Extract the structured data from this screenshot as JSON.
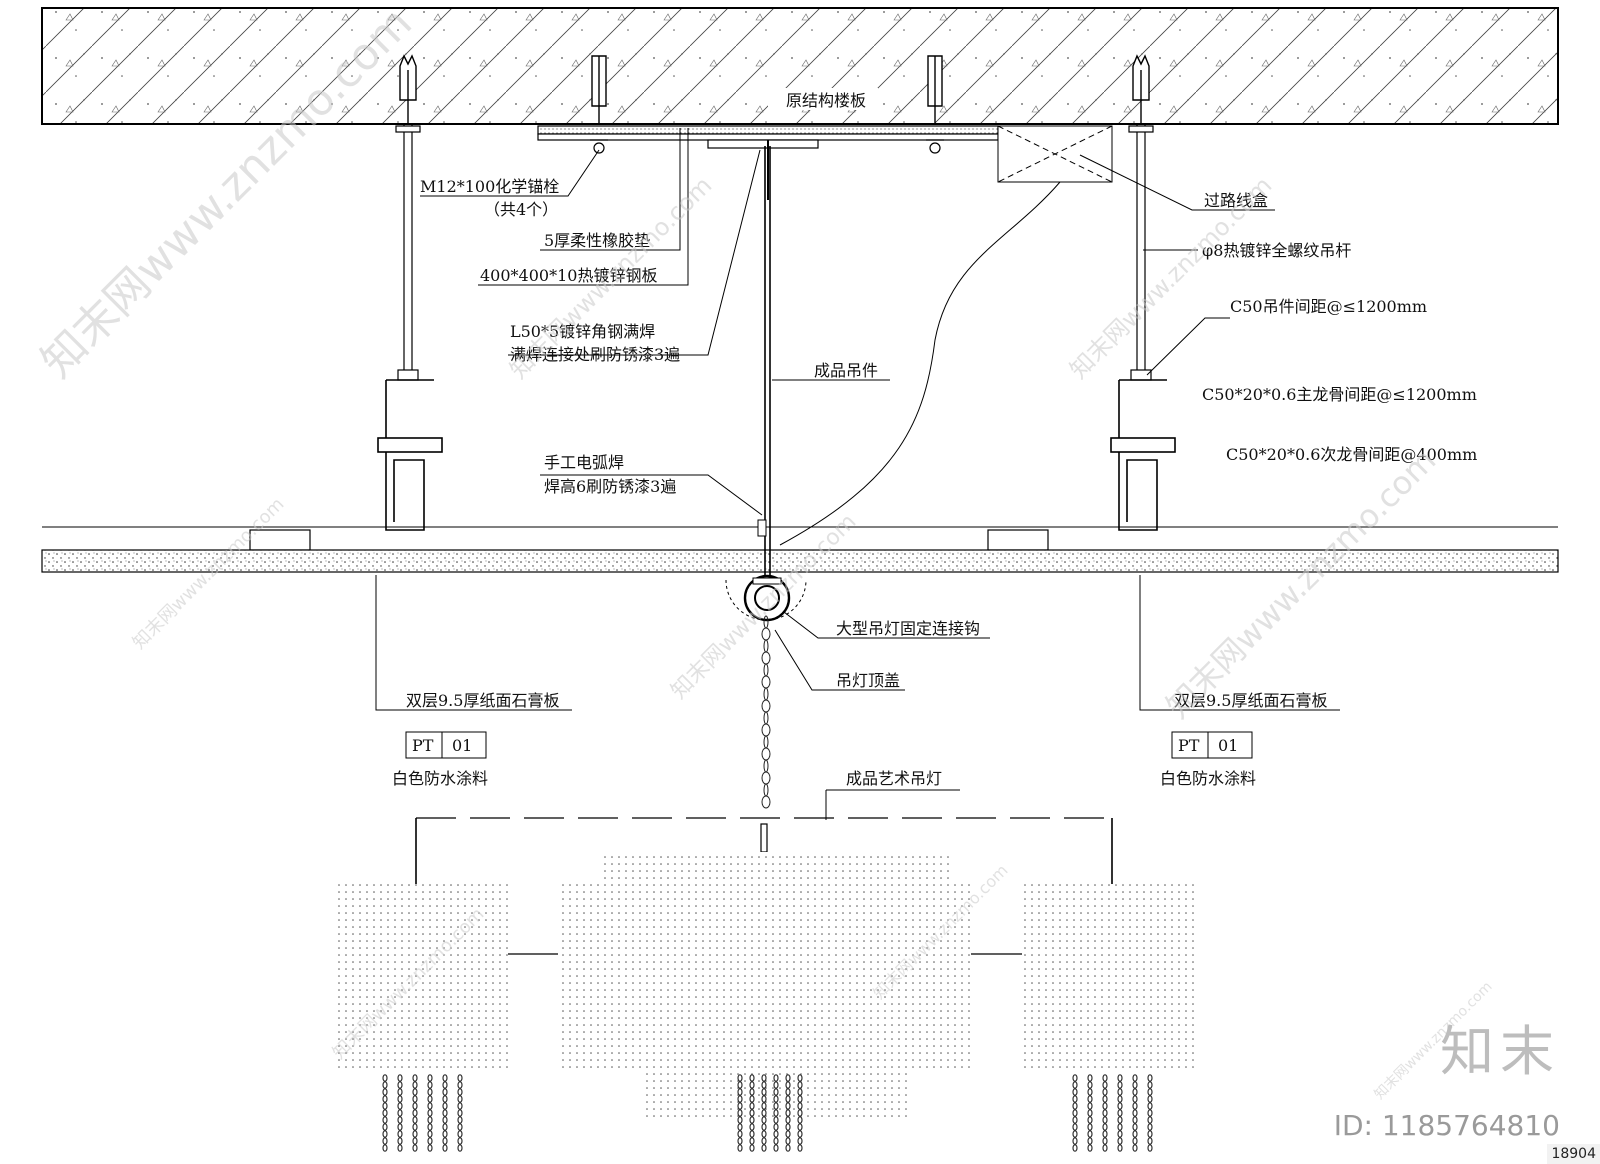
{
  "labels": {
    "slab": "原结构楼板",
    "anchor": "M12*100化学锚栓",
    "anchor_count": "（共4个）",
    "rubber": "5厚柔性橡胶垫",
    "plate": "400*400*10热镀锌钢板",
    "angle_1": "L50*5镀锌角钢满焊",
    "angle_2": "满焊连接处刷防锈漆3遍",
    "hanger": "成品吊件",
    "weld_1": "手工电弧焊",
    "weld_2": "焊高6刷防锈漆3遍",
    "box": "过路线盒",
    "rod": "φ8热镀锌全螺纹吊杆",
    "c50_spacing": "C50吊件间距@≤1200mm",
    "main_keel": "C50*20*0.6主龙骨间距@≤1200mm",
    "sub_keel": "C50*20*0.6次龙骨间距@400mm",
    "hook": "大型吊灯固定连接钩",
    "cap": "吊灯顶盖",
    "board_left": "双层9.5厚纸面石膏板",
    "board_right": "双层9.5厚纸面石膏板",
    "tag_code": "PT",
    "tag_num": "01",
    "paint_left": "白色防水涂料",
    "paint_right": "白色防水涂料",
    "lamp": "成品艺术吊灯"
  },
  "watermark": {
    "text": "知末网www.znzmo.com",
    "brand": "知末",
    "id": "ID: 1185764810",
    "corner": "18904"
  }
}
